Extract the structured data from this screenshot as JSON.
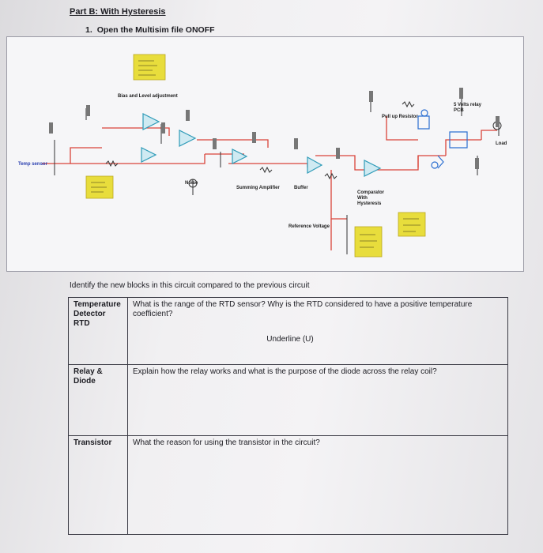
{
  "document": {
    "heading": "Part B: With Hysteresis",
    "step": {
      "number": "1.",
      "text": "Open the Multisim file ONOFF"
    },
    "intro": "Identify the new blocks in this circuit compared to the previous circuit",
    "questions": [
      {
        "category": "Temperature Detector RTD",
        "question": "What is the range of the RTD sensor? Why is the RTD considered to have a positive temperature coefficient?",
        "note": "Underline (U)"
      },
      {
        "category": "Relay & Diode",
        "question": "Explain how the relay works and what is the purpose of the diode across the relay coil?"
      },
      {
        "category": "Transistor",
        "question": "What the reason for using the transistor in the circuit?"
      }
    ]
  },
  "schematic": {
    "labels": {
      "temp_sensor": "Temp sensor",
      "bias": "Bias and Level adjustment",
      "noise": "Noise",
      "summing": "Summing Amplifier",
      "buffer": "Buffer",
      "reference": "Reference Voltage",
      "pullup": "Pull up Resistor",
      "comparator": "Comparator With Hysteresis",
      "relay": "5 Volts relay PCB",
      "load": "Load"
    },
    "colors": {
      "wire": "#d9443a",
      "probe": "#e8dd3c",
      "component": "#2c6fd1",
      "opamp": "#2f9bb8"
    }
  }
}
